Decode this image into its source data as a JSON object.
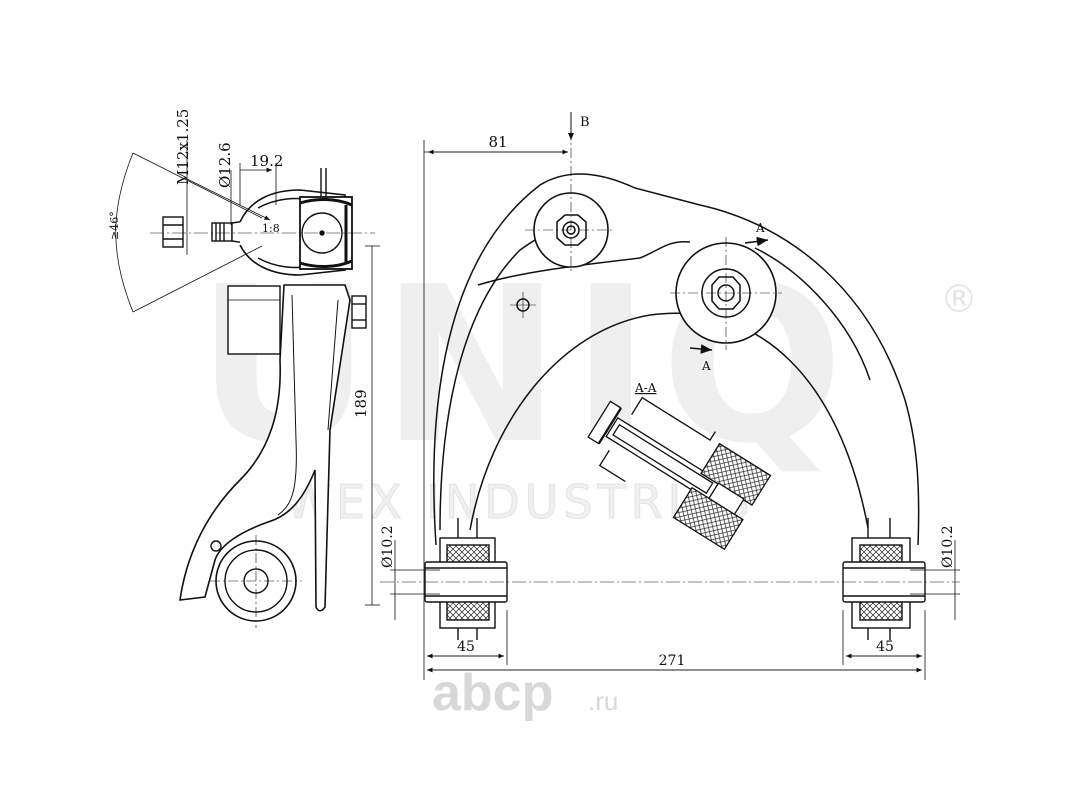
{
  "watermark": {
    "brand": "UNIQ",
    "registered": "®",
    "subtitle": "WEX INDUSTRIES"
  },
  "dimensions": {
    "thread": "M12x1.25",
    "diameter_pin": "Ø12.6",
    "width_pin": "19.2",
    "taper": "1:8",
    "angle": "≥46°",
    "height": "189",
    "offset_top": "81",
    "view_b": "B",
    "section_a_top": "A",
    "section_a_bottom": "A",
    "section_label": "A-A",
    "bushing_dia_left": "Ø10.2",
    "bushing_dia_right": "Ø10.2",
    "bushing_len_left": "45",
    "bushing_len_right": "45",
    "span": "271"
  },
  "footer": {
    "logo": "abcp",
    "logo_suffix": ".ru"
  }
}
